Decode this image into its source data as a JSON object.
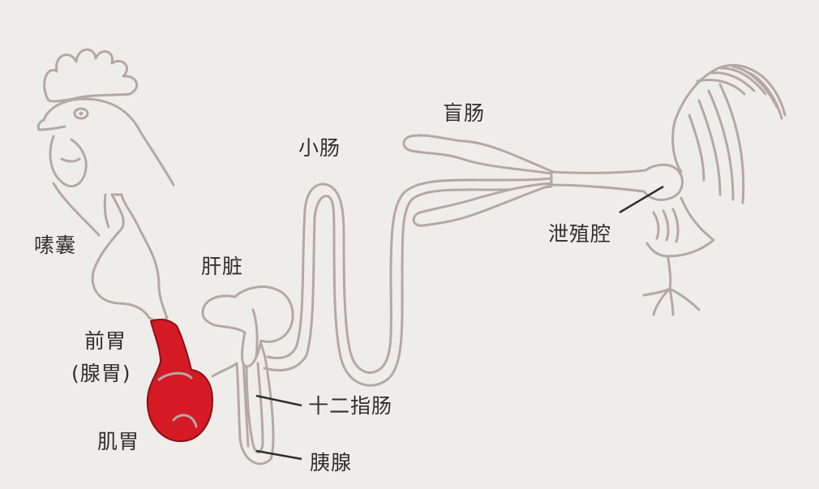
{
  "labels": {
    "crop": "嗉囊",
    "liver": "肝脏",
    "proventriculus": "前胃",
    "glandular_stomach": "(腺胃)",
    "gizzard": "肌胃",
    "small_intestine": "小肠",
    "cecum": "盲肠",
    "cloaca": "泄殖腔",
    "duodenum": "十二指肠",
    "pancreas": "胰腺"
  },
  "colors": {
    "background": "#efedea",
    "outline": "#b5a8a3",
    "highlight": "#d51a26",
    "text": "#2f2f2f"
  }
}
